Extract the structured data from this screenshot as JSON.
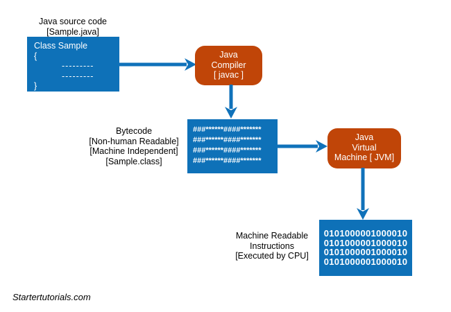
{
  "colors": {
    "box_blue": "#0E71B8",
    "box_orange": "#C04508",
    "arrow_blue": "#1072BA",
    "text_black": "#000000",
    "background": "#FFFFFF"
  },
  "diagram": {
    "source_label": {
      "line1": "Java source code",
      "line2": "[Sample.java]"
    },
    "source_box": {
      "lines": [
        "Class Sample",
        "{",
        "---------",
        "---------",
        "}"
      ]
    },
    "compiler_box": {
      "lines": [
        "Java",
        "Compiler",
        "[ javac ]"
      ]
    },
    "bytecode_label": {
      "lines": [
        "Bytecode",
        "[Non-human Readable]",
        "[Machine Independent]",
        "[Sample.class]"
      ]
    },
    "bytecode_box": {
      "lines": [
        "###******####*******",
        "###******####*******",
        "###******####*******",
        "###******####*******"
      ]
    },
    "jvm_box": {
      "lines": [
        "Java",
        "Virtual",
        "Machine [ JVM]"
      ]
    },
    "machine_label": {
      "lines": [
        "Machine Readable",
        "Instructions",
        "[Executed by CPU]"
      ]
    },
    "binary_box": {
      "lines": [
        "0101000001000010",
        "0101000001000010",
        "0101000001000010",
        "0101000001000010"
      ]
    },
    "watermark": "Startertutorials.com"
  }
}
